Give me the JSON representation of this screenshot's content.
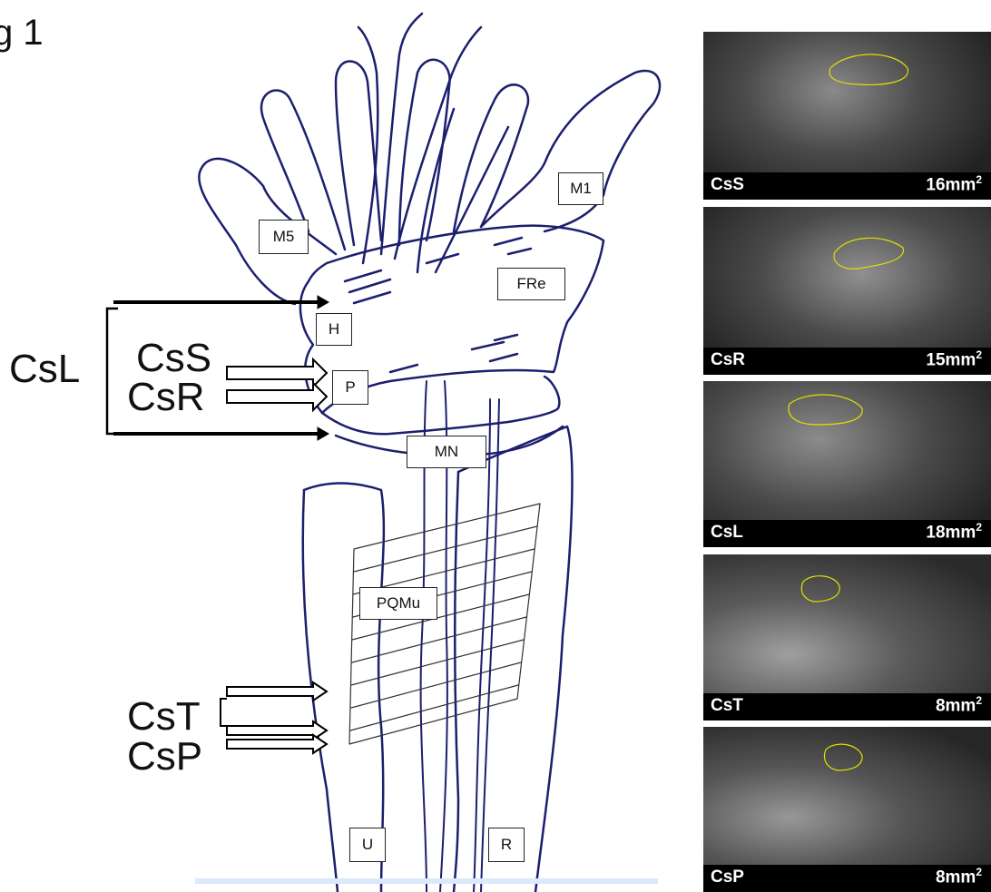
{
  "figure_label": "g 1",
  "section_labels": [
    "CsL",
    "CsS",
    "CsR",
    "CsT",
    "CsP"
  ],
  "structure_labels": {
    "m5": "M5",
    "m1": "M1",
    "fre": "FRe",
    "h": "H",
    "p": "P",
    "mn": "MN",
    "pqmu": "PQMu",
    "u": "U",
    "r": "R"
  },
  "panels": [
    {
      "name": "CsS",
      "area_value": "16mm",
      "area_exp": "2"
    },
    {
      "name": "CsR",
      "area_value": "15mm",
      "area_exp": "2"
    },
    {
      "name": "CsL",
      "area_value": "18mm",
      "area_exp": "2"
    },
    {
      "name": "CsT",
      "area_value": "8mm",
      "area_exp": "2"
    },
    {
      "name": "CsP",
      "area_value": "8mm",
      "area_exp": "2"
    }
  ],
  "colors": {
    "sketch_line": "#1c1f6e",
    "outline": "#e0e000",
    "panel_bg": "#5a5a5a"
  }
}
